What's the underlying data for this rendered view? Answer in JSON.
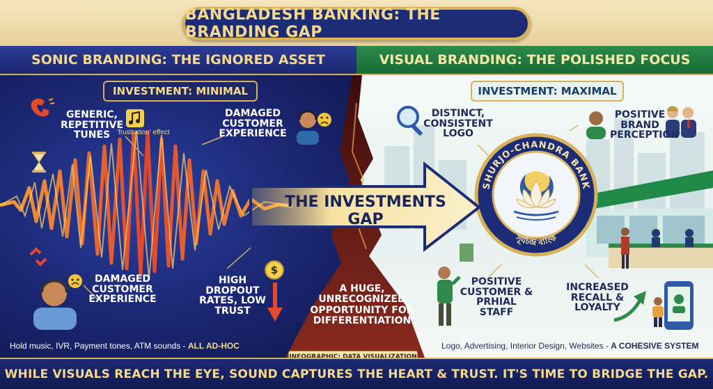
{
  "title": "BANGLADESH BANKING: THE BRANDING GAP",
  "left": {
    "header": "SONIC BRANDING: THE IGNORED ASSET",
    "investment": "INVESTMENT: MINIMAL",
    "labels": {
      "generic": "GENERIC, REPETITIVE TUNES",
      "frustration": "'frustration' effect",
      "damaged_top": "DAMAGED CUSTOMER EXPERIENCE",
      "damaged_bottom": "DAMAGED CUSTOMER EXPERIENCE",
      "dropout": "HIGH DROPOUT RATES, LOW TRUST"
    },
    "caption_text": "Hold music, IVR, Payment tones, ATM sounds - ",
    "caption_emph": "ALL AD-HOC"
  },
  "center": {
    "arrow_label": "THE INVESTMENTS GAP",
    "opportunity": "A HUGE, UNRECOGNIZED OPPORTUNITY FOR DIFFERENTIATION",
    "tag": "INFOGRAPHIC: DATA VISUALIZATION"
  },
  "right": {
    "header": "VISUAL BRANDING: THE POLISHED FOCUS",
    "investment": "INVESTMENT: MAXIMAL",
    "labels": {
      "logo": "DISTINCT, CONSISTENT LOGO",
      "perception": "POSITIVE BRAND PERCEPTION",
      "staff": "POSITIVE CUSTOMER & PRHIAL STAFF",
      "recall": "INCREASED RECALL & LOYALTY"
    },
    "bank_name": "SHURJO-CHANDRA BANK",
    "bank_name_bn": "সূর্যচন্দ্র ব্যাংক",
    "caption_text": "Logo, Advertising, Interior Design, Websites - ",
    "caption_emph": "A COHESIVE SYSTEM"
  },
  "footer": "WHILE VISUALS REACH THE EYE, SOUND CAPTURES THE HEART & TRUST. IT'S TIME TO BRIDGE THE GAP.",
  "colors": {
    "navy": "#1c2c76",
    "gold": "#d8b25a",
    "green": "#176b36",
    "wave_red": "#e2462a",
    "wave_orange": "#f2a13a"
  },
  "icons": [
    "phone-icon",
    "hourglass-icon",
    "music-note-icon",
    "sad-face-icon",
    "headset-agent-icon",
    "broken-link-icon",
    "dollar-icon",
    "down-arrow-icon",
    "magnifier-icon",
    "person-icon",
    "couple-icon",
    "lotus-logo-icon",
    "phone-app-icon",
    "growth-arrow-icon"
  ]
}
